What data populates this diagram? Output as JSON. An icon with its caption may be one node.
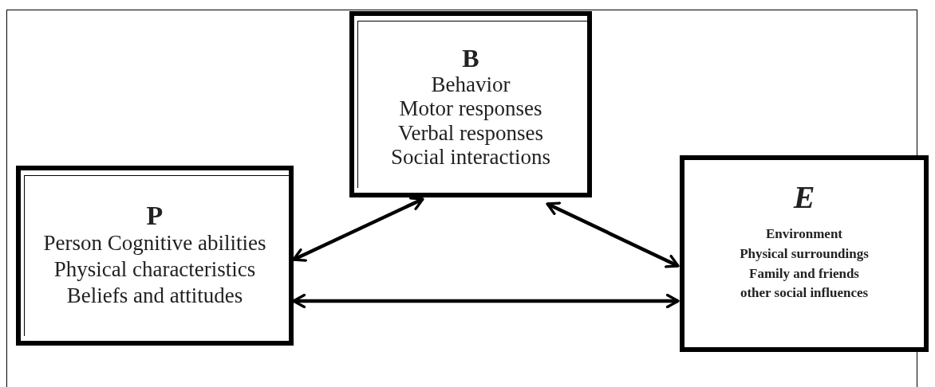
{
  "diagram": {
    "nodes": [
      {
        "text": [
          "P",
          "Person Cognitive abilities Physical characteristics Beliefs and attitudes"
        ]
      },
      {
        "text": [
          "B",
          "Behavior",
          "Motor responses",
          "Verbal responses",
          "Social interactions"
        ]
      },
      {
        "text": [
          "E",
          "Environment",
          "Physical surroundings",
          "Family and friends",
          "other social influences"
        ]
      }
    ],
    "edges": [
      {
        "from": 0,
        "to": 1,
        "arrow": "both"
      },
      {
        "from": 1,
        "to": 2,
        "arrow": "both"
      },
      {
        "from": 0,
        "to": 2,
        "arrow": "both"
      }
    ]
  }
}
